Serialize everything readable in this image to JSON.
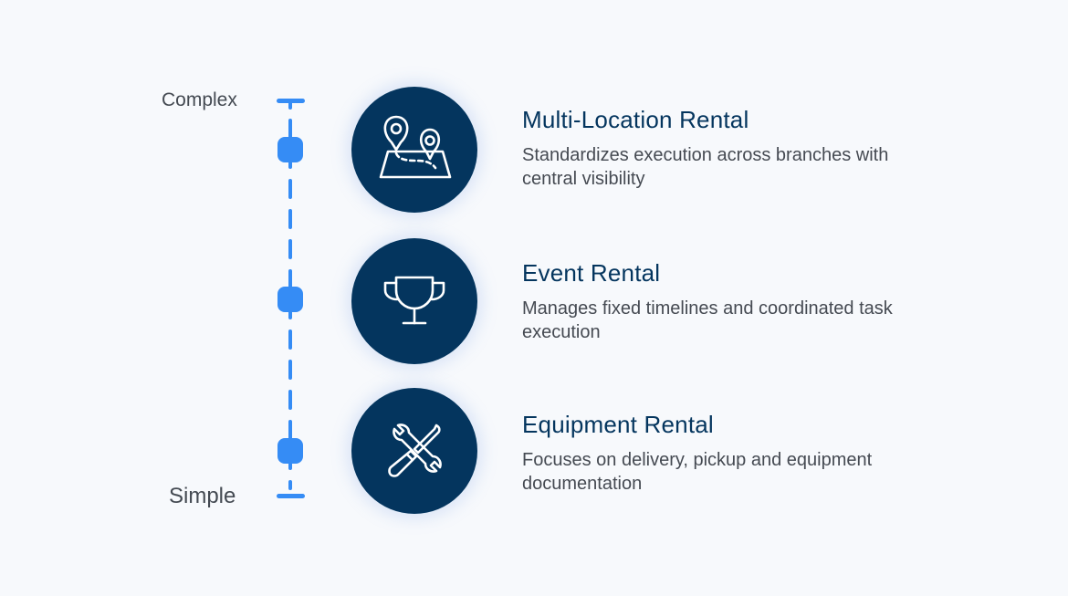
{
  "axis": {
    "top_label": "Complex",
    "bottom_label": "Simple",
    "color": "#358cf5"
  },
  "colors": {
    "circle_bg": "#04355e",
    "title": "#04355e",
    "icon": "#ffffff",
    "background": "#f7f9fc"
  },
  "items": [
    {
      "title": "Multi-Location Rental",
      "description": "Standardizes execution across branches with central visibility",
      "icon": "map-pins-icon"
    },
    {
      "title": "Event Rental",
      "description": "Manages fixed timelines and coordinated task execution",
      "icon": "trophy-icon"
    },
    {
      "title": "Equipment Rental",
      "description": "Focuses on delivery, pickup and equipment documentation",
      "icon": "tools-icon"
    }
  ]
}
